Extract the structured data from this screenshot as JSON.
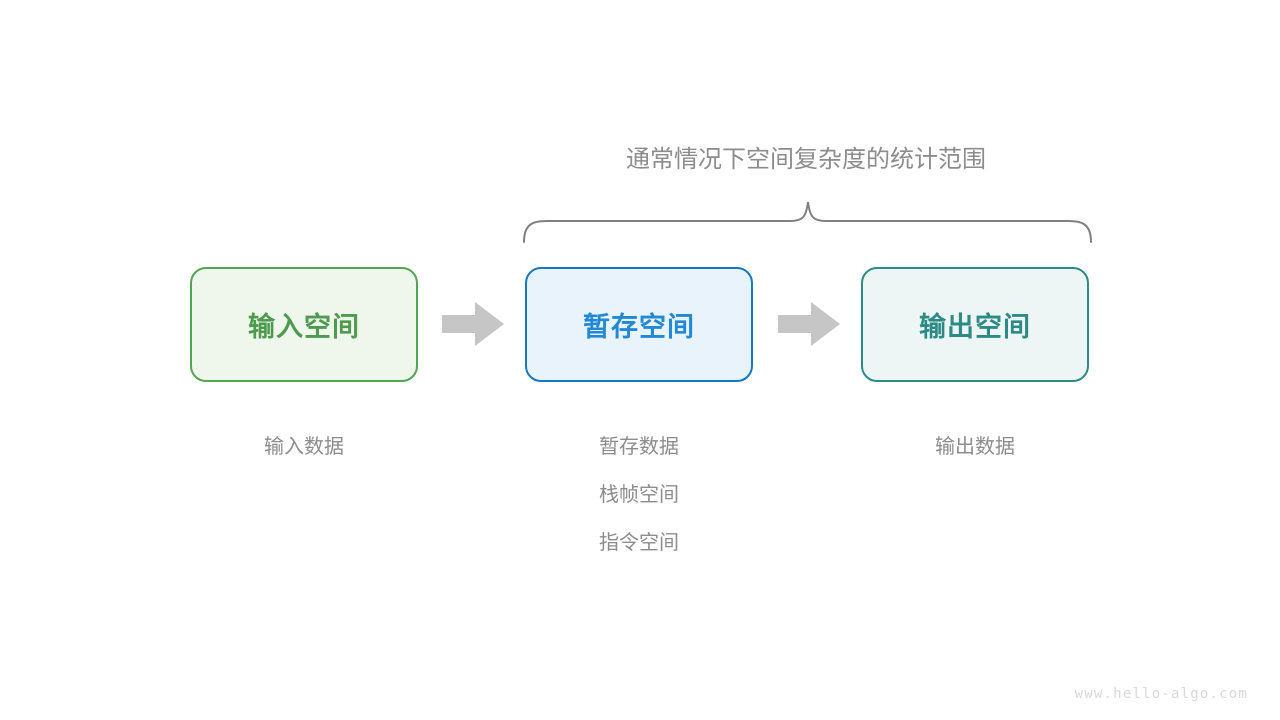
{
  "diagram": {
    "title_segments": [
      {
        "text": "通常情况下",
        "bold": false
      },
      {
        "text": "空间复杂度",
        "bold": true
      },
      {
        "text": "的统计范围",
        "bold": false
      }
    ],
    "title_plain": "通常情况下空间复杂度的统计范围",
    "brace": {
      "name": "curly-brace",
      "spans_boxes": [
        "暂存空间",
        "输出空间"
      ],
      "color": "#808080"
    },
    "boxes": [
      {
        "label": "输入空间",
        "fill": "#eff6ec",
        "border": "#53a551",
        "text_color": "#4e9a4f"
      },
      {
        "label": "暂存空间",
        "fill": "#e9f3fc",
        "border": "#1677c4",
        "text_color": "#2389d6"
      },
      {
        "label": "输出空间",
        "fill": "#edf6f4",
        "border": "#2e8a84",
        "text_color": "#2d8a84"
      }
    ],
    "arrows": [
      {
        "name": "arrow-input-to-temp",
        "color": "#c6c6c6"
      },
      {
        "name": "arrow-temp-to-output",
        "color": "#c6c6c6"
      }
    ],
    "label_columns": [
      {
        "items": [
          "输入数据"
        ]
      },
      {
        "items": [
          "暂存数据",
          "栈帧空间",
          "指令空间"
        ]
      },
      {
        "items": [
          "输出数据"
        ]
      }
    ],
    "label_color": "#8c8c8c",
    "watermark": "www.hello-algo.com",
    "background": "#ffffff"
  }
}
